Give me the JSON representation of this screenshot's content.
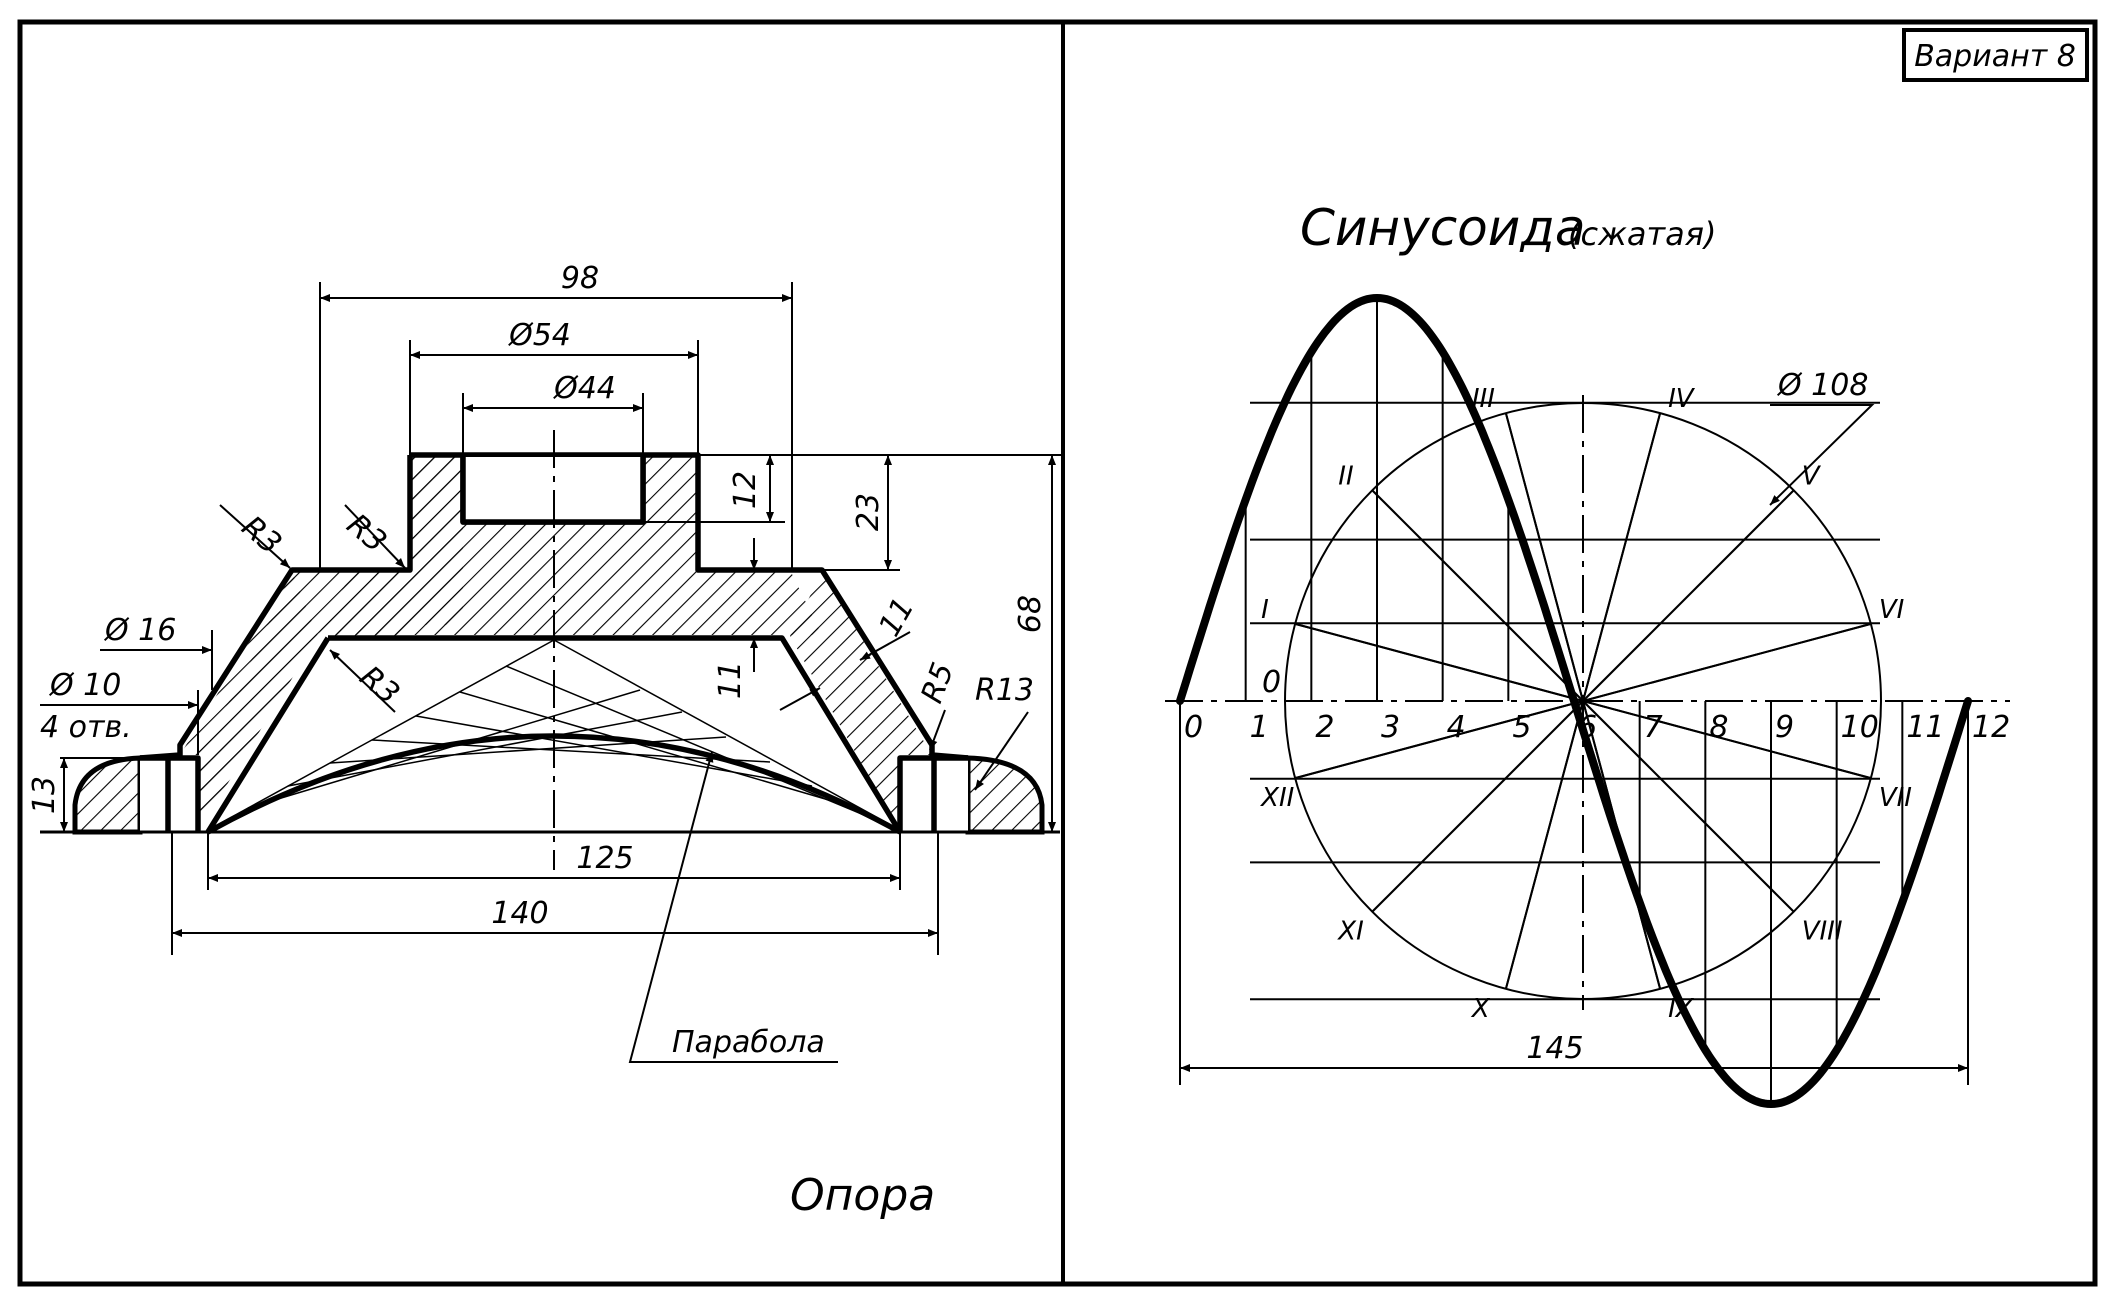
{
  "variant_label": "Вариант 8",
  "left_panel": {
    "caption": "Опора",
    "parabola_label": "Парабола",
    "dimensions": {
      "d98": "98",
      "d54": "Ø54",
      "d44": "Ø44",
      "d12": "12",
      "d23": "23",
      "d68": "68",
      "d11a": "11",
      "d11b": "11",
      "d125": "125",
      "d140": "140",
      "d13": "13",
      "d16": "Ø 16",
      "d10": "Ø 10",
      "holes": "4 отв.",
      "r3a": "R3",
      "r3b": "R3",
      "r3c": "R3",
      "r5": "R5",
      "r13": "R13"
    }
  },
  "right_panel": {
    "title": "Синусоида",
    "subtitle": "(сжатая)",
    "diameter_label": "Ø 108",
    "width_label": "145",
    "circle_zero_label": "0",
    "tick_labels": [
      "0",
      "1",
      "2",
      "3",
      "4",
      "5",
      "6",
      "7",
      "8",
      "9",
      "10",
      "11",
      "12"
    ],
    "circle_points": [
      "I",
      "II",
      "III",
      "IV",
      "V",
      "VI",
      "VII",
      "VIII",
      "IX",
      "X",
      "XI",
      "XII"
    ]
  }
}
